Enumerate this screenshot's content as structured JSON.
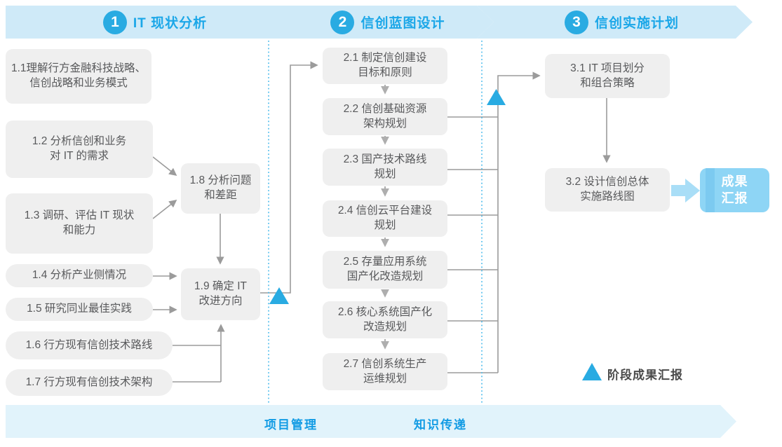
{
  "phases": [
    {
      "number": "1",
      "label": "IT 现状分析"
    },
    {
      "number": "2",
      "label": "信创蓝图设计"
    },
    {
      "number": "3",
      "label": "信创实施计划"
    }
  ],
  "phase1": {
    "boxes": [
      {
        "id": "1.1",
        "text": "1.1理解行方金融科技战略、\n信创战略和业务模式"
      },
      {
        "id": "1.2",
        "text": "1.2 分析信创和业务\n对 IT 的需求"
      },
      {
        "id": "1.3",
        "text": "1.3 调研、评估 IT 现状\n和能力"
      },
      {
        "id": "1.4",
        "text": "1.4 分析产业侧情况"
      },
      {
        "id": "1.5",
        "text": "1.5 研究同业最佳实践"
      },
      {
        "id": "1.6",
        "text": "1.6 行方现有信创技术路线"
      },
      {
        "id": "1.7",
        "text": "1.7 行方现有信创技术架构"
      },
      {
        "id": "1.8",
        "text": "1.8 分析问题\n和差距"
      },
      {
        "id": "1.9",
        "text": "1.9 确定 IT\n改进方向"
      }
    ]
  },
  "phase2": {
    "boxes": [
      {
        "id": "2.1",
        "text": "2.1 制定信创建设\n目标和原则"
      },
      {
        "id": "2.2",
        "text": "2.2 信创基础资源\n架构规划"
      },
      {
        "id": "2.3",
        "text": "2.3 国产技术路线\n规划"
      },
      {
        "id": "2.4",
        "text": "2.4 信创云平台建设\n规划"
      },
      {
        "id": "2.5",
        "text": "2.5 存量应用系统\n国产化改造规划"
      },
      {
        "id": "2.6",
        "text": "2.6 核心系统国产化\n改造规划"
      },
      {
        "id": "2.7",
        "text": "2.7 信创系统生产\n运维规划"
      }
    ]
  },
  "phase3": {
    "boxes": [
      {
        "id": "3.1",
        "text": "3.1 IT 项目划分\n和组合策略"
      },
      {
        "id": "3.2",
        "text": "3.2 设计信创总体\n实施路线图"
      }
    ],
    "result_label": "成果\n汇报"
  },
  "legend": {
    "label": "阶段成果汇报"
  },
  "footer": {
    "project_management": "项目管理",
    "knowledge_transfer": "知识传递"
  },
  "colors": {
    "accent_blue": "#29abe2",
    "banner_fill": "#cfeaf8",
    "banner_text": "#1ba7e8",
    "footer_fill": "#e1f3fb",
    "footer_text": "#119be4",
    "box_fill": "#efefef",
    "box_text": "#58595b",
    "connector_gray": "#9b9b9b",
    "dotted_blue": "#45b9ec",
    "result_fill": "#8ed5f5",
    "thick_arrow": "#a9def7"
  }
}
